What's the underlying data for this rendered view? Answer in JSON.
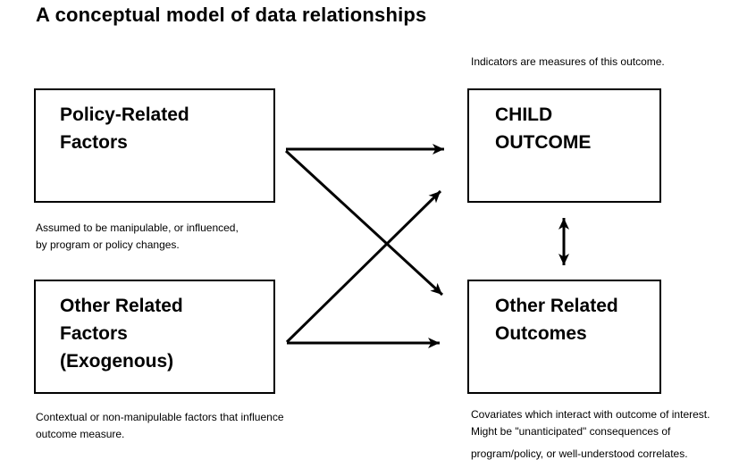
{
  "title": "A conceptual model of data relationships",
  "colors": {
    "background": "#ffffff",
    "line": "#000000",
    "text": "#000000"
  },
  "nodes": {
    "policy_factors": {
      "label": "Policy-Related\nFactors",
      "caption": "Assumed to be manipulable, or influenced,\nby program or policy changes."
    },
    "exogenous_factors": {
      "label": "Other Related\nFactors\n(Exogenous)",
      "caption": "Contextual or non-manipulable factors that influence\noutcome measure."
    },
    "child_outcome": {
      "label": "CHILD\nOUTCOME",
      "annotation": "Indicators are measures of this outcome."
    },
    "other_outcomes": {
      "label": "Other Related\nOutcomes",
      "caption_part1": "Covariates which interact with outcome of interest.\nMight be \"unanticipated\" consequences of",
      "caption_part2": "program/policy, or well-understood correlates."
    }
  },
  "connections": [
    {
      "from": "policy_factors",
      "to": "child_outcome",
      "type": "one-way-arrow"
    },
    {
      "from": "policy_factors",
      "to": "other_outcomes",
      "type": "one-way-arrow"
    },
    {
      "from": "exogenous_factors",
      "to": "child_outcome",
      "type": "one-way-arrow"
    },
    {
      "from": "exogenous_factors",
      "to": "other_outcomes",
      "type": "one-way-arrow"
    },
    {
      "from": "child_outcome",
      "to": "other_outcomes",
      "type": "two-way-arrow"
    }
  ]
}
